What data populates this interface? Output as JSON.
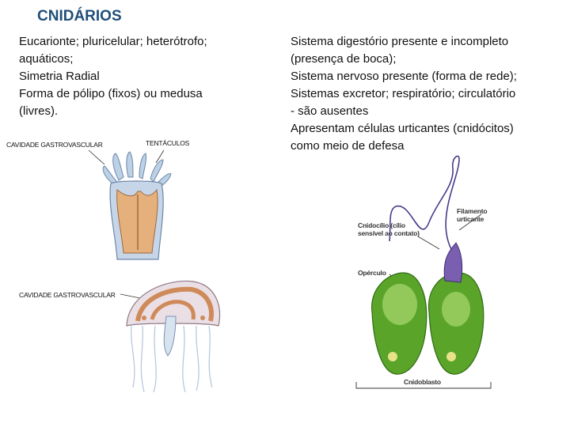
{
  "title": "CNIDÁRIOS",
  "left_lines": [
    "Eucarionte; pluricelular; heterótrofo;",
    "aquáticos;",
    "Simetria Radial",
    "Forma de pólipo (fixos) ou medusa",
    "(livres)."
  ],
  "right_lines": [
    "Sistema digestório presente e incompleto",
    "(presença de boca);",
    "Sistema nervoso presente (forma de rede);",
    "Sistemas excretor; respiratório; circulatório",
    "- são ausentes",
    "Apresentam células urticantes (cnidócitos)",
    "como meio de defesa"
  ],
  "labels": {
    "polyp_cavity": "CAVIDADE GASTROVASCULAR",
    "tentacles": "TENTÁCULOS",
    "medusa_cavity": "CAVIDADE GASTROVASCULAR",
    "filament": "Filamento urticante",
    "cnidocil": "Cnidocílio (cílio sensível ao contato)",
    "operculum": "Opérculo",
    "cnidoblast": "Cnidoblasto"
  },
  "colors": {
    "title": "#1f4e79",
    "polyp_body": "#c8d6e8",
    "polyp_cavity": "#e4b07a",
    "medusa_bell": "#cf8a5a",
    "cell_green": "#5aa42a"
  }
}
